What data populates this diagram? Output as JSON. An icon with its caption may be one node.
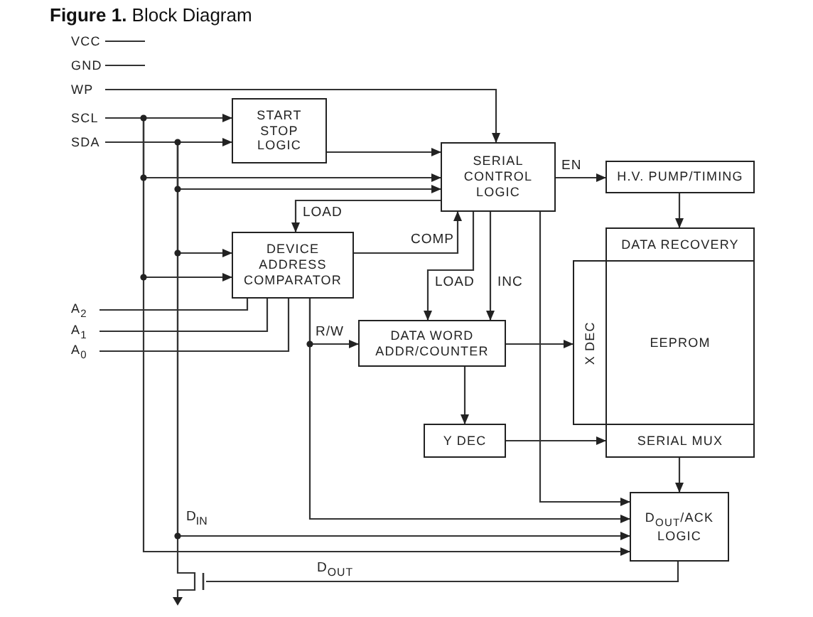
{
  "diagram": {
    "title": "**Figure 1.** Block Diagram",
    "nodes": [
      {
        "text": [
          "VCC"
        ]
      },
      {
        "text": [
          "GND"
        ]
      },
      {
        "text": [
          "WP"
        ]
      },
      {
        "text": [
          "SCL"
        ]
      },
      {
        "text": [
          "SDA"
        ]
      },
      {
        "text": [
          "START STOP LOGIC"
        ]
      },
      {
        "text": [
          "SERIAL CONTROL LOGIC"
        ]
      },
      {
        "text": [
          "H.V. PUMP/TIMING"
        ]
      },
      {
        "text": [
          "DEVICE ADDRESS COMPARATOR"
        ]
      },
      {
        "text": [
          "DATA RECOVERY"
        ]
      },
      {
        "text": [
          "X DEC"
        ]
      },
      {
        "text": [
          "EEPROM"
        ]
      },
      {
        "text": [
          "DATA WORD ADDR/COUNTER"
        ]
      },
      {
        "text": [
          "A$_{2}$"
        ]
      },
      {
        "text": [
          "A$_{1}$"
        ]
      },
      {
        "text": [
          "A$_{0}$"
        ]
      },
      {
        "text": [
          "Y DEC"
        ]
      },
      {
        "text": [
          "SERIAL MUX"
        ]
      },
      {
        "text": [
          "D$_{OUT}$/ACK LOGIC"
        ]
      },
      {
        "text": [],
        "shape": "transistor"
      }
    ],
    "edges": [
      {
        "from": 0,
        "to": null,
        "arrow": "none"
      },
      {
        "from": 1,
        "to": null,
        "arrow": "none"
      },
      {
        "from": 2,
        "to": 6,
        "arrow": "to"
      },
      {
        "from": 3,
        "to": 5,
        "arrow": "to"
      },
      {
        "from": 4,
        "to": 5,
        "arrow": "to"
      },
      {
        "from": 3,
        "to": 6,
        "arrow": "to"
      },
      {
        "from": 4,
        "to": 6,
        "arrow": "to"
      },
      {
        "from": 5,
        "to": 6,
        "arrow": "to"
      },
      {
        "from": 3,
        "to": 8,
        "arrow": "to"
      },
      {
        "from": 4,
        "to": 8,
        "arrow": "to"
      },
      {
        "from": 3,
        "to": 18,
        "arrow": "to"
      },
      {
        "from": 4,
        "to": 18,
        "arrow": "to"
      },
      {
        "from": 6,
        "to": 8,
        "arrow": "to",
        "label": "LOAD"
      },
      {
        "from": 8,
        "to": 6,
        "arrow": "to",
        "label": "COMP"
      },
      {
        "from": 6,
        "to": 7,
        "arrow": "to",
        "label": "EN"
      },
      {
        "from": 7,
        "to": 9,
        "arrow": "to"
      },
      {
        "from": 6,
        "to": 12,
        "arrow": "to",
        "label": "LOAD"
      },
      {
        "from": 6,
        "to": 12,
        "arrow": "to",
        "label": "INC"
      },
      {
        "from": 6,
        "to": 18,
        "arrow": "to"
      },
      {
        "from": 8,
        "to": 12,
        "arrow": "to",
        "label": "R/W"
      },
      {
        "from": 8,
        "to": 18,
        "arrow": "to"
      },
      {
        "from": 13,
        "to": 8,
        "arrow": "none"
      },
      {
        "from": 14,
        "to": 8,
        "arrow": "none"
      },
      {
        "from": 15,
        "to": 8,
        "arrow": "none"
      },
      {
        "from": 12,
        "to": 10,
        "arrow": "to"
      },
      {
        "from": 12,
        "to": 16,
        "arrow": "to"
      },
      {
        "from": 16,
        "to": 17,
        "arrow": "to"
      },
      {
        "from": 17,
        "to": 18,
        "arrow": "to"
      },
      {
        "from": 18,
        "to": 19,
        "arrow": "none",
        "label": "D$_{OUT}$"
      },
      {
        "from": 4,
        "to": 19,
        "arrow": "none"
      }
    ],
    "labels": [
      "D$_{IN}$"
    ]
  }
}
